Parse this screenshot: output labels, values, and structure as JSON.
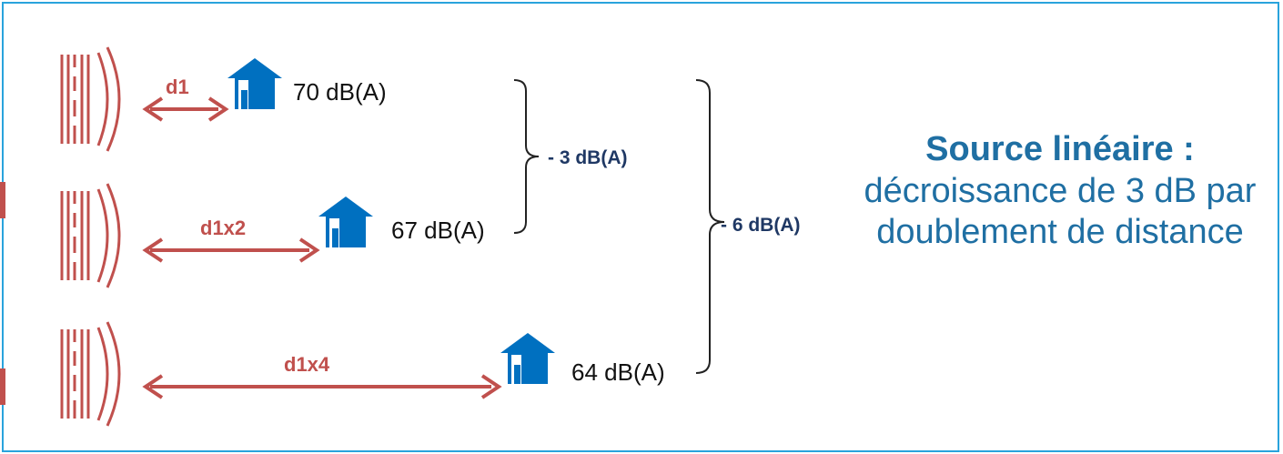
{
  "rows": [
    {
      "distance_label": "d1",
      "level_label": "70 dB(A)"
    },
    {
      "distance_label": "d1x2",
      "level_label": "67 dB(A)"
    },
    {
      "distance_label": "d1x4",
      "level_label": "64 dB(A)"
    }
  ],
  "brackets": {
    "small_label": "- 3 dB(A)",
    "large_label": "- 6 dB(A)"
  },
  "caption": {
    "title": "Source linéaire :",
    "body": "décroissance de 3 dB par doublement de distance"
  },
  "colors": {
    "road": "#c0504d",
    "house": "#0070c0",
    "bracket_label": "#1f3864",
    "caption": "#1f6fa3",
    "frame": "#29a3dc"
  },
  "icons": {
    "source": "road-noise-source-icon",
    "receiver": "house-icon"
  }
}
